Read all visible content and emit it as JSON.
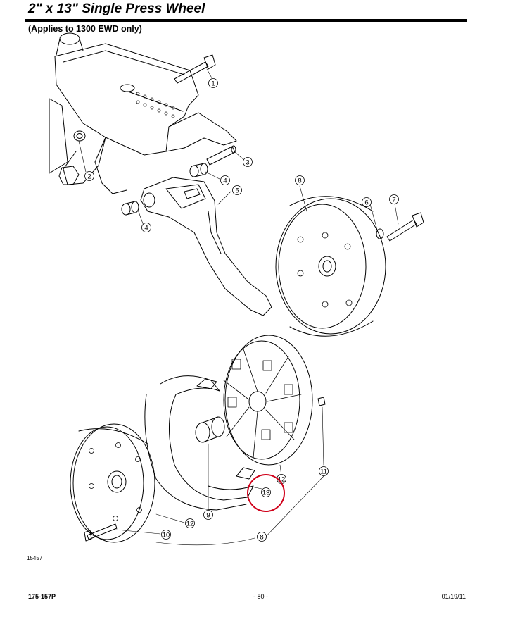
{
  "header": {
    "title": "2\" x 13\" Single Press Wheel",
    "subtitle": "(Applies to 1300 EWD only)"
  },
  "figure": {
    "id": "15457",
    "callouts": [
      "1",
      "2",
      "3",
      "4",
      "5",
      "4",
      "6",
      "7",
      "8",
      "2",
      "9",
      "10",
      "11",
      "12",
      "12",
      "13",
      "8"
    ],
    "highlight_color": "#d0021b"
  },
  "footer": {
    "part_number": "175-157P",
    "page": "- 80 -",
    "date": "01/19/11"
  }
}
